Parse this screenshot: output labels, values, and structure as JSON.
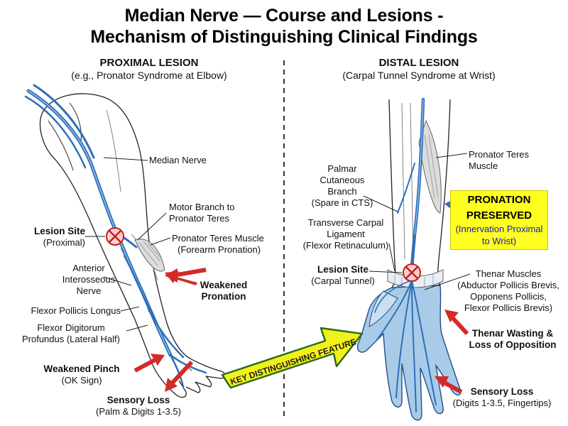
{
  "title": {
    "line1": "Median Nerve — Course and Lesions -",
    "line2": "Mechanism of Distinguishing Clinical Findings"
  },
  "proximal": {
    "heading": "PROXIMAL LESION",
    "subheading": "(e.g., Pronator Syndrome at Elbow)",
    "labels": {
      "median_nerve": "Median Nerve",
      "motor_branch_1": "Motor Branch to",
      "motor_branch_2": "Pronator Teres",
      "pronator_muscle_1": "Pronator Teres Muscle",
      "pronator_muscle_2": "(Forearm Pronation)",
      "lesion_site_1": "Lesion Site",
      "lesion_site_2": "(Proximal)",
      "ain_1": "Anterior",
      "ain_2": "Interosseous",
      "ain_3": "Nerve",
      "weakened_pronation_1": "Weakened",
      "weakened_pronation_2": "Pronation",
      "fpl": "Flexor Pollicis Longus",
      "fdp_1": "Flexor Digitorum",
      "fdp_2": "Profundus (Lateral Half)",
      "weak_pinch_1": "Weakened Pinch",
      "weak_pinch_2": "(OK Sign)",
      "sensory_1": "Sensory Loss",
      "sensory_2": "(Palm & Digits 1-3.5)"
    }
  },
  "distal": {
    "heading": "DISTAL LESION",
    "subheading": "(Carpal Tunnel Syndrome at Wrist)",
    "labels": {
      "pronator_1": "Pronator Teres",
      "pronator_2": "Muscle",
      "palmar_1": "Palmar",
      "palmar_2": "Cutaneous",
      "palmar_3": "Branch",
      "palmar_4": "(Spare in CTS)",
      "tcl_1": "Transverse Carpal",
      "tcl_2": "Ligament",
      "tcl_3": "(Flexor Retinaculum)",
      "lesion_site_1": "Lesion Site",
      "lesion_site_2": "(Carpal Tunnel)",
      "thenar_1": "Thenar Muscles",
      "thenar_2": "(Abductor Pollicis Brevis,",
      "thenar_3": "Opponens Pollicis,",
      "thenar_4": "Flexor Pollicis Brevis)",
      "wasting_1": "Thenar Wasting &",
      "wasting_2": "Loss of Opposition",
      "sensory_1": "Sensory Loss",
      "sensory_2": "(Digits 1-3.5, Fingertips)"
    },
    "callout": {
      "line1": "PRONATION",
      "line2": "PRESERVED",
      "sub1": "(Innervation Proximal",
      "sub2": "to Wrist)"
    }
  },
  "key_feature": "KEY DISTINGUISHING FEATURE",
  "colors": {
    "nerve": "#2f6fb8",
    "arrow_red": "#d42a2a",
    "arrow_blue": "#2a6cc4",
    "callout_yellow": "#ffff22",
    "key_arrow": "#f2f21a",
    "hand_fill": "#a9cbe8"
  }
}
